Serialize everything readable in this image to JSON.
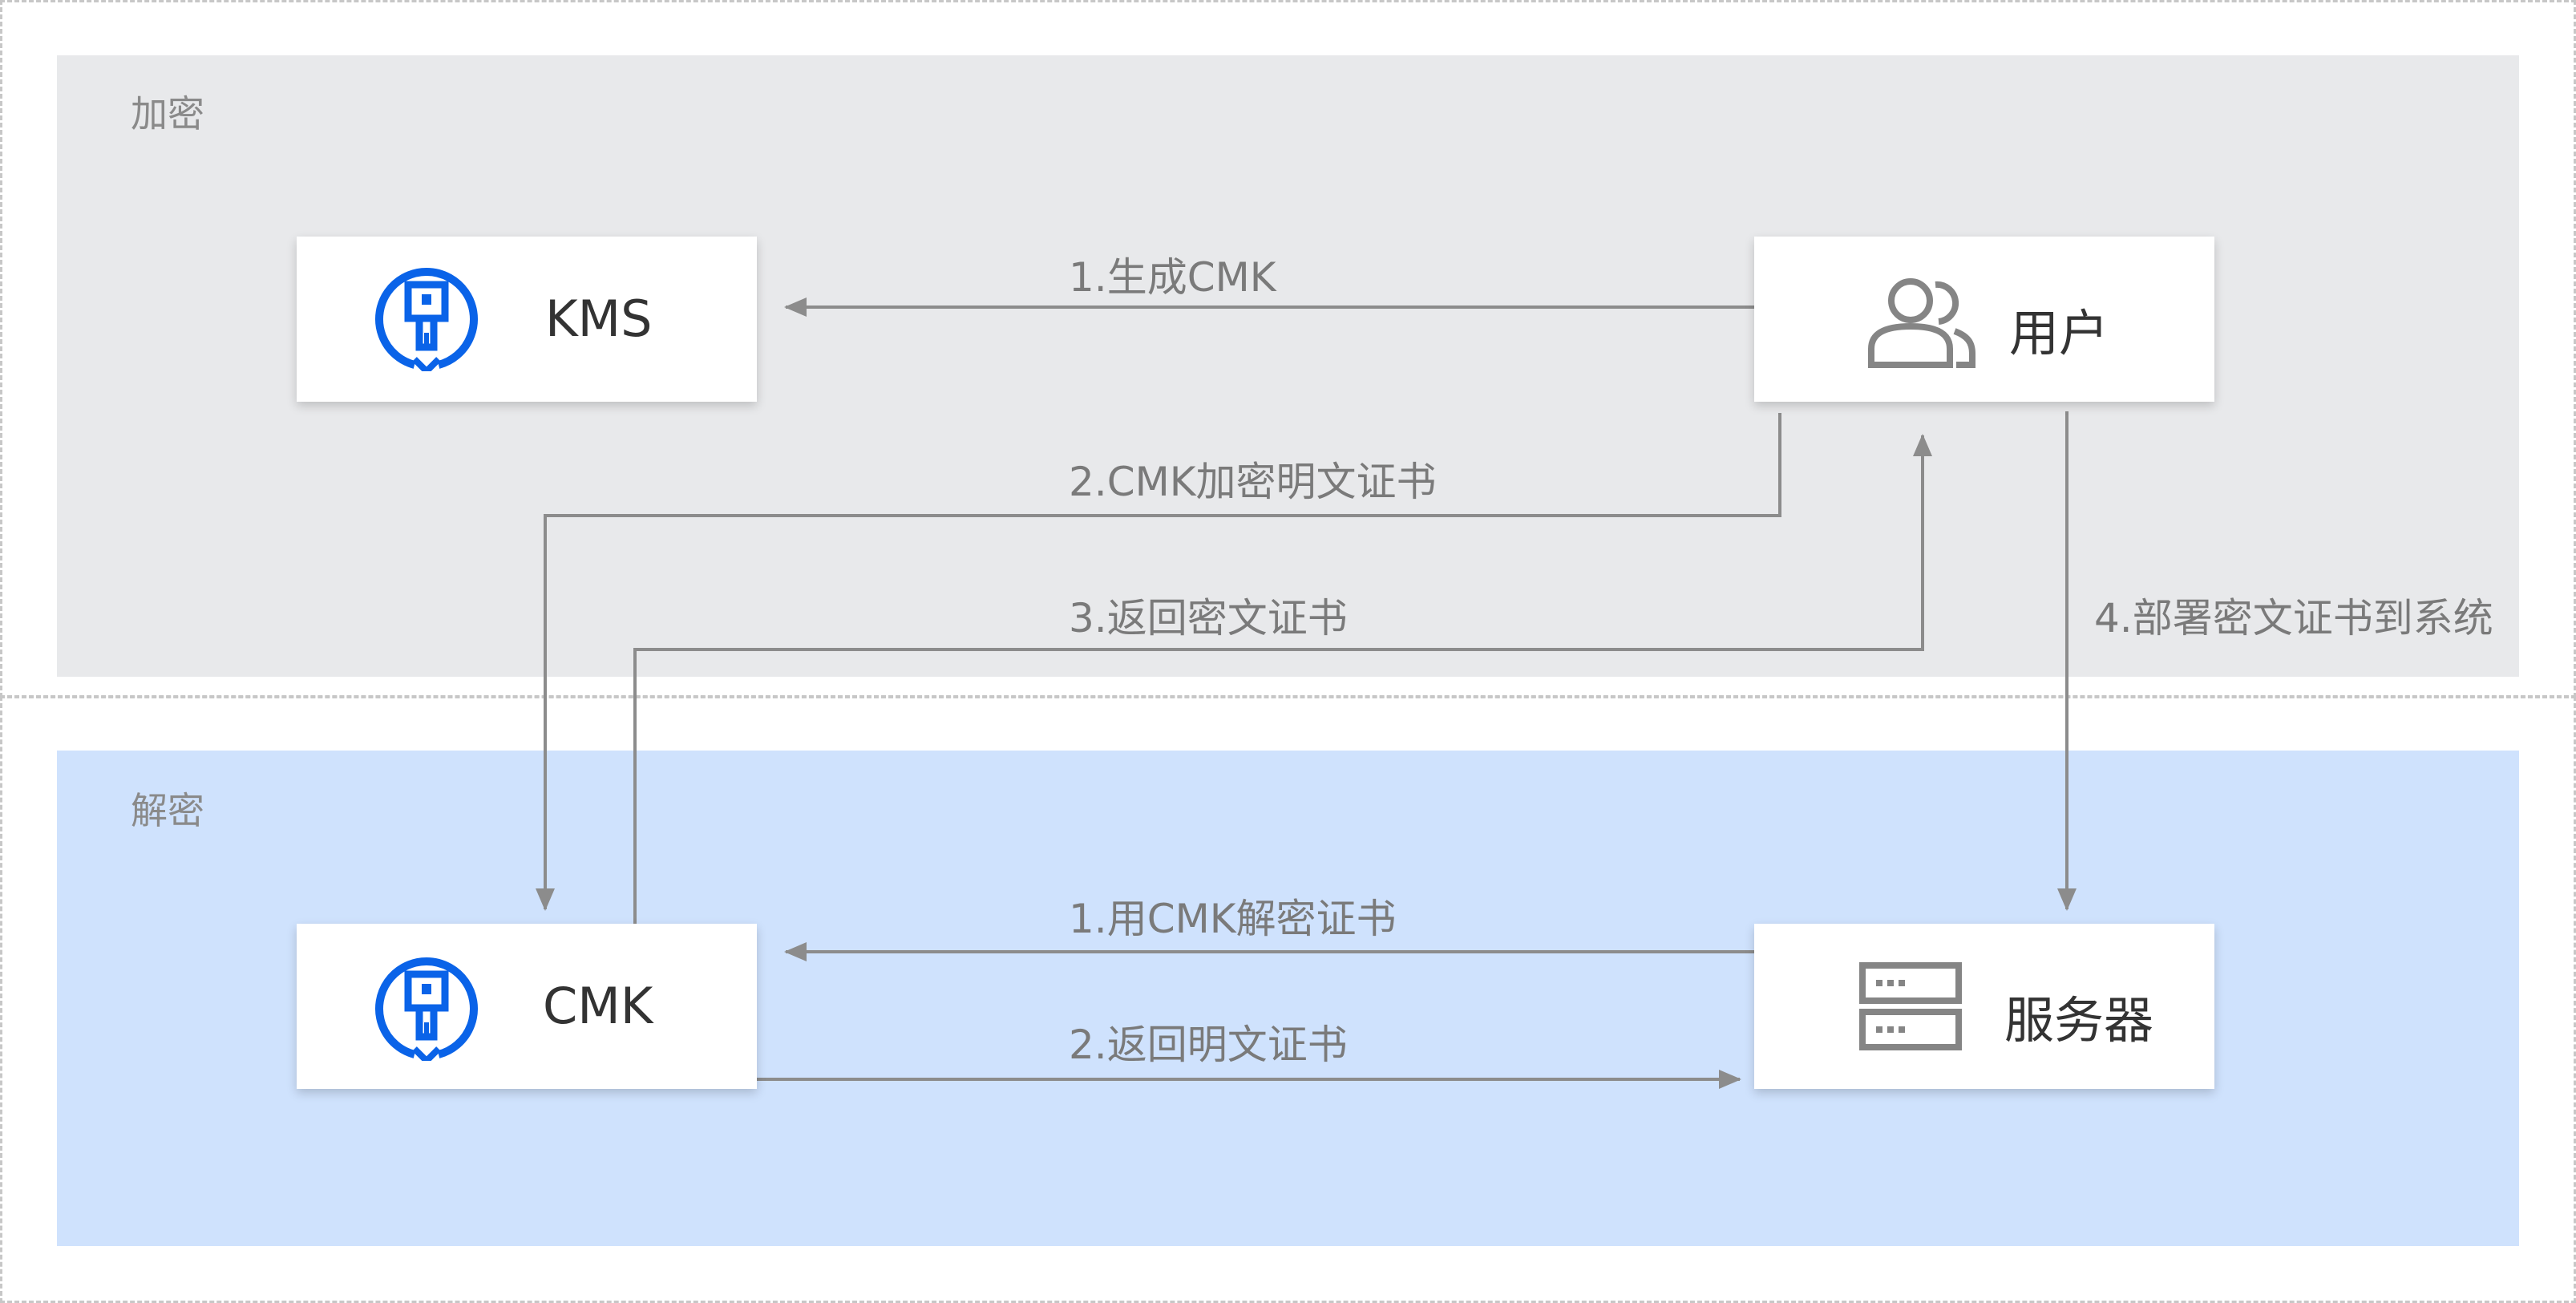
{
  "colors": {
    "encrypt_region_bg": "#e8e9eb",
    "decrypt_region_bg": "#cfe2fd",
    "arrow": "#8c8c8c",
    "key_icon": "#0a63e8",
    "gray_icon": "#858585"
  },
  "regions": {
    "encrypt": {
      "label": "加密"
    },
    "decrypt": {
      "label": "解密"
    }
  },
  "nodes": {
    "kms": {
      "label": "KMS",
      "icon": "key-icon"
    },
    "user": {
      "label": "用户",
      "icon": "users-icon"
    },
    "cmk": {
      "label": "CMK",
      "icon": "key-icon"
    },
    "server": {
      "label": "服务器",
      "icon": "server-icon"
    }
  },
  "edges": {
    "generate_cmk": "1.生成CMK",
    "cmk_encrypt": "2.CMK加密明文证书",
    "return_cipher": "3.返回密文证书",
    "deploy": "4.部署密文证书到系统",
    "decrypt_cert": "1.用CMK解密证书",
    "return_plain": "2.返回明文证书"
  }
}
